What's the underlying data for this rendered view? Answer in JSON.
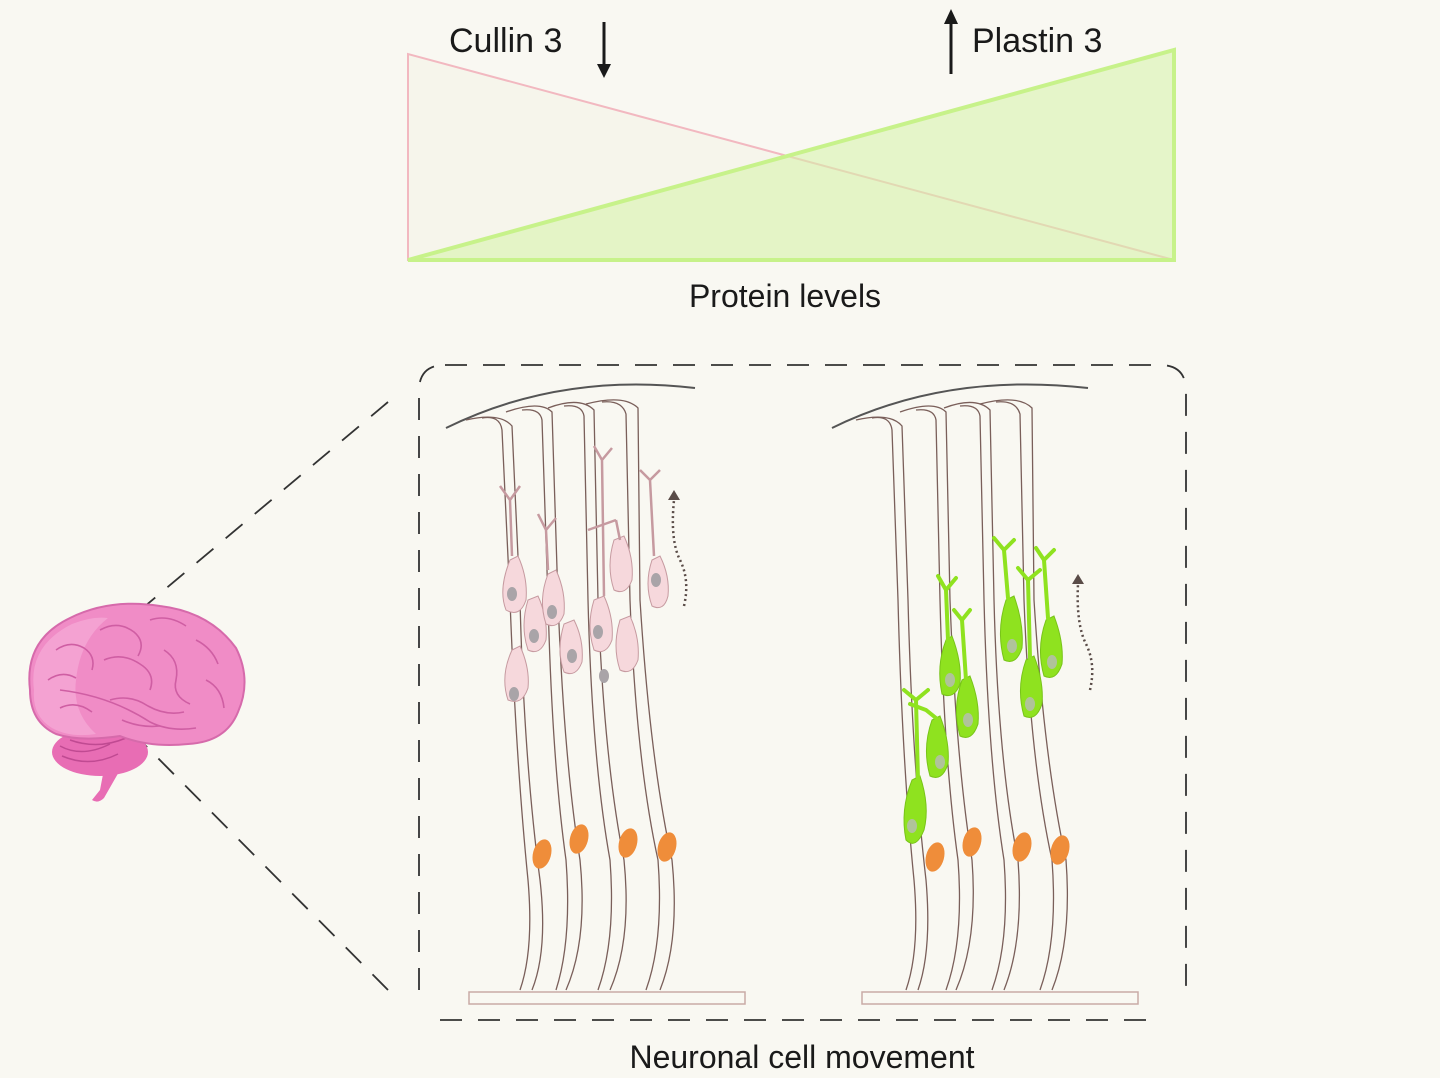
{
  "labels": {
    "cullin": "Cullin 3",
    "plastin": "Plastin 3",
    "protein_levels": "Protein levels",
    "neuronal_movement": "Neuronal cell movement"
  },
  "colors": {
    "background": "#f9f8f2",
    "cullin_triangle": "#f2b8c0",
    "plastin_triangle": "#c7f28a",
    "plastin_cell": "#8fe21f",
    "cullin_cell": "#f6d8dc",
    "nucleus_orange": "#ef8d3a",
    "brain_pink": "#f08cc6"
  },
  "icons": {
    "decrease_arrow": "down-arrow-icon",
    "increase_arrow": "up-arrow-icon",
    "brain": "brain-icon",
    "migration_arrow": "dotted-up-arrow-icon"
  }
}
